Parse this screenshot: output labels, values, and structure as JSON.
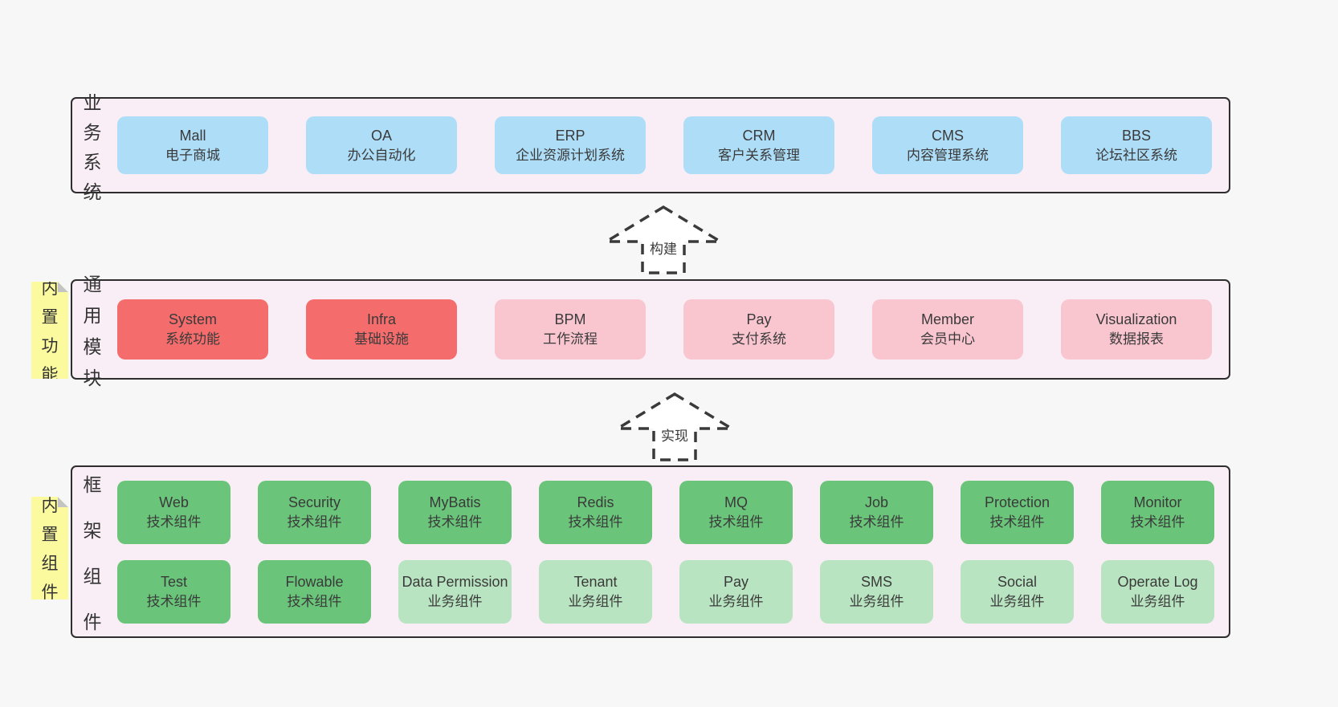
{
  "colors": {
    "page_bg": "#f7f7f7",
    "band_bg": "#f9eef6",
    "band_border": "#2e2e2e",
    "text": "#3a3a3a",
    "note_bg": "#fbfa9f",
    "note_fold": "#c4c4c4",
    "blue": "#aeddf7",
    "red": "#f56c6c",
    "pink": "#f9c6d0",
    "green": "#6ac57a",
    "lightgreen": "#b9e4c1"
  },
  "arrows": [
    {
      "label": "构建"
    },
    {
      "label": "实现"
    }
  ],
  "bands": [
    {
      "label": "业务系统",
      "note": "",
      "rows": [
        [
          {
            "en": "Mall",
            "zh": "电子商城",
            "color": "blue"
          },
          {
            "en": "OA",
            "zh": "办公自动化",
            "color": "blue"
          },
          {
            "en": "ERP",
            "zh": "企业资源计划系统",
            "color": "blue"
          },
          {
            "en": "CRM",
            "zh": "客户关系管理",
            "color": "blue"
          },
          {
            "en": "CMS",
            "zh": "内容管理系统",
            "color": "blue"
          },
          {
            "en": "BBS",
            "zh": "论坛社区系统",
            "color": "blue"
          }
        ]
      ]
    },
    {
      "label": "通用模块",
      "note": "内置功能",
      "rows": [
        [
          {
            "en": "System",
            "zh": "系统功能",
            "color": "red"
          },
          {
            "en": "Infra",
            "zh": "基础设施",
            "color": "red"
          },
          {
            "en": "BPM",
            "zh": "工作流程",
            "color": "pink"
          },
          {
            "en": "Pay",
            "zh": "支付系统",
            "color": "pink"
          },
          {
            "en": "Member",
            "zh": "会员中心",
            "color": "pink"
          },
          {
            "en": "Visualization",
            "zh": "数据报表",
            "color": "pink"
          }
        ]
      ]
    },
    {
      "label": "框架组件",
      "note": "内置组件",
      "rows": [
        [
          {
            "en": "Web",
            "zh": "技术组件",
            "color": "green"
          },
          {
            "en": "Security",
            "zh": "技术组件",
            "color": "green"
          },
          {
            "en": "MyBatis",
            "zh": "技术组件",
            "color": "green"
          },
          {
            "en": "Redis",
            "zh": "技术组件",
            "color": "green"
          },
          {
            "en": "MQ",
            "zh": "技术组件",
            "color": "green"
          },
          {
            "en": "Job",
            "zh": "技术组件",
            "color": "green"
          },
          {
            "en": "Protection",
            "zh": "技术组件",
            "color": "green"
          },
          {
            "en": "Monitor",
            "zh": "技术组件",
            "color": "green"
          }
        ],
        [
          {
            "en": "Test",
            "zh": "技术组件",
            "color": "green"
          },
          {
            "en": "Flowable",
            "zh": "技术组件",
            "color": "green"
          },
          {
            "en": "Data Permission",
            "zh": "业务组件",
            "color": "lightgreen"
          },
          {
            "en": "Tenant",
            "zh": "业务组件",
            "color": "lightgreen"
          },
          {
            "en": "Pay",
            "zh": "业务组件",
            "color": "lightgreen"
          },
          {
            "en": "SMS",
            "zh": "业务组件",
            "color": "lightgreen"
          },
          {
            "en": "Social",
            "zh": "业务组件",
            "color": "lightgreen"
          },
          {
            "en": "Operate Log",
            "zh": "业务组件",
            "color": "lightgreen"
          }
        ]
      ]
    }
  ]
}
